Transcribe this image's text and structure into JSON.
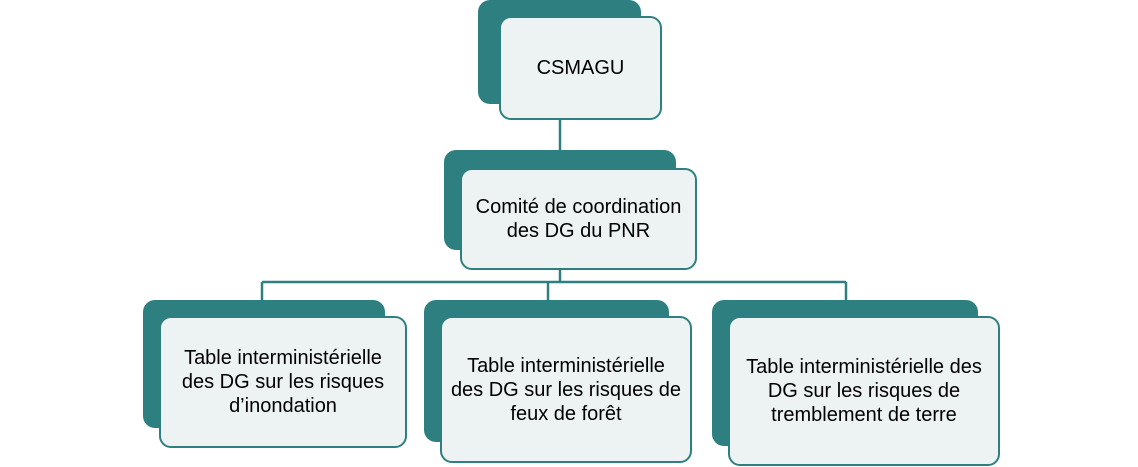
{
  "diagram": {
    "colors": {
      "box_fill": "#edf3f3",
      "box_stroke": "#2e8080",
      "shadow_fill": "#2e8080",
      "connector": "#2e8080"
    },
    "nodes": {
      "csmagu": {
        "label": "CSMAGU"
      },
      "comite": {
        "label": "Comité de coordination des DG du PNR"
      },
      "table_inondation": {
        "label": "Table interministérielle des DG sur les risques d’inondation"
      },
      "table_feux": {
        "label": "Table interministérielle des DG sur les risques de feux de forêt"
      },
      "table_tremblement": {
        "label": "Table interministérielle des DG sur les risques de tremblement de terre"
      }
    }
  }
}
